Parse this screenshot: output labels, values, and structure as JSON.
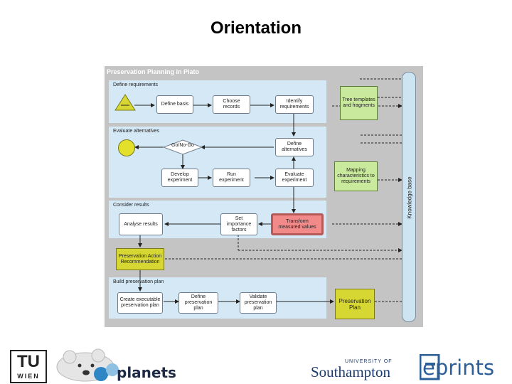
{
  "page": {
    "title": "Orientation"
  },
  "diagram": {
    "header": "Preservation Planning in Plato",
    "sections": {
      "define": "Define requirements",
      "evaluate": "Evaluate alternatives",
      "consider": "Consider results",
      "build": "Build preservation plan"
    },
    "nodes": {
      "define_basis": "Define basis",
      "choose_records": "Choose records",
      "identify_requirements": "Identify requirements",
      "tree_templates": "Tree templates and fragments",
      "go_no_go": "Go/No-Go",
      "define_alternatives": "Define alternatives",
      "develop_experiment": "Develop experiment",
      "run_experiment": "Run experiment",
      "evaluate_experiment": "Evaluate experiment",
      "mapping": "Mapping characteristics to requirements",
      "analyse_results": "Analyse results",
      "set_importance": "Set importance factors",
      "transform_values": "Transform measured values",
      "preservation_action": "Preservation Action Recommendation",
      "create_executable": "Create executable preservation plan",
      "define_plan": "Define preservation plan",
      "validate_plan": "Validate preservation plan",
      "preservation_plan": "Preservation Plan"
    },
    "knowledge_base": "Knowledge base"
  },
  "logos": {
    "tu_top": "TU",
    "tu_bottom": "WIEN",
    "planets": "planets",
    "southampton_top": "UNIVERSITY OF",
    "southampton": "Southampton",
    "eprints": "eprints"
  },
  "colors": {
    "section_bg": "#d4e8f6",
    "yellow": "#d7d734",
    "green": "#c9ea9c",
    "red": "#f38a8a"
  }
}
